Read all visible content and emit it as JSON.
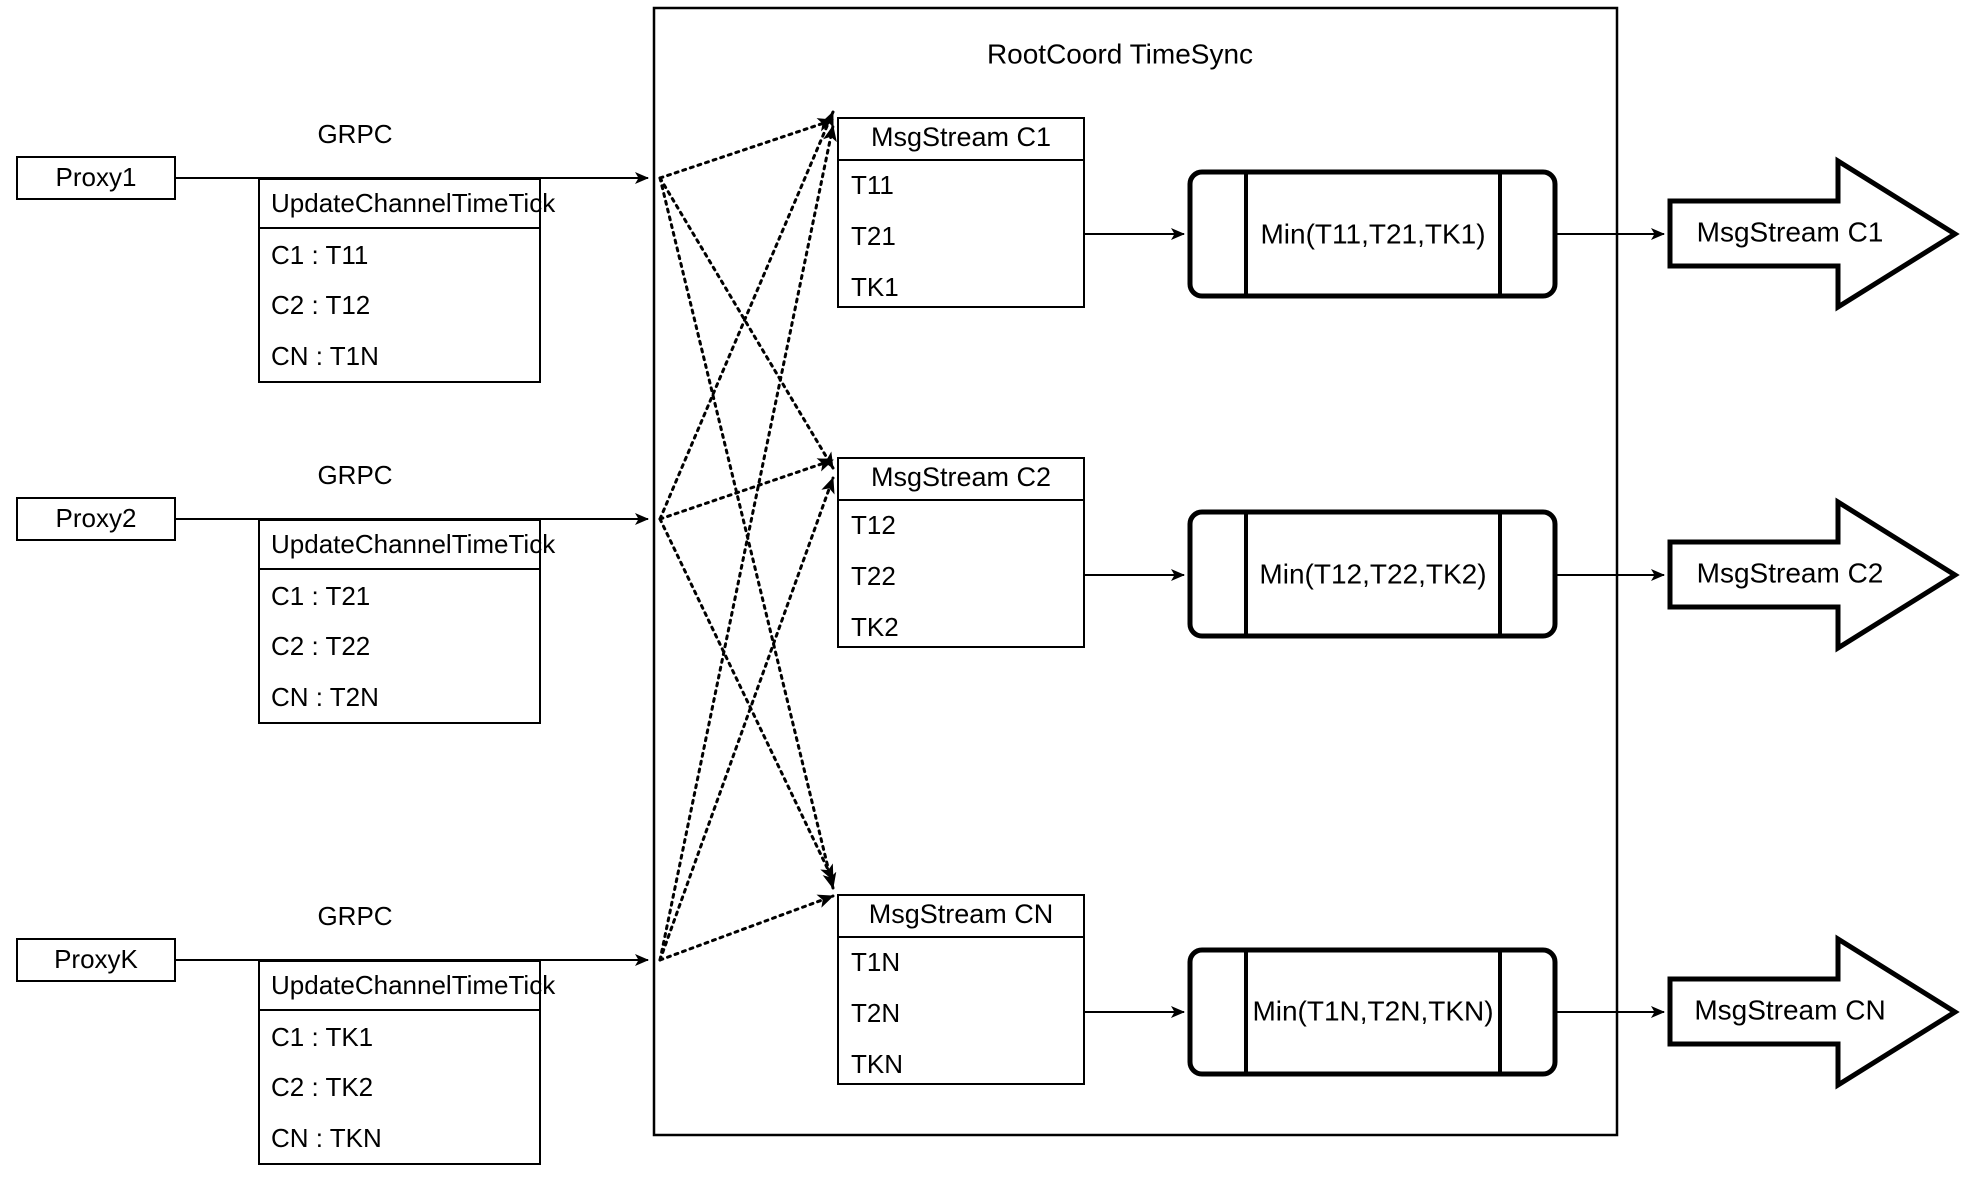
{
  "diagram": {
    "title": "RootCoord TimeSync",
    "container_label": "RootCoord TimeSync",
    "proxy_rows": [
      {
        "proxy_label": "Proxy1",
        "link_label": "GRPC",
        "message_title": "UpdateChannelTimeTick",
        "message_rows": [
          "C1 :  T11",
          "C2 :  T12",
          "CN : T1N"
        ]
      },
      {
        "proxy_label": "Proxy2",
        "link_label": "GRPC",
        "message_title": "UpdateChannelTimeTick",
        "message_rows": [
          "C1 :  T21",
          "C2 :  T22",
          "CN : T2N"
        ]
      },
      {
        "proxy_label": "ProxyK",
        "link_label": "GRPC",
        "message_title": "UpdateChannelTimeTick",
        "message_rows": [
          "C1 :  TK1",
          "C2 :  TK2",
          "CN : TKN"
        ]
      }
    ],
    "channel_rows": [
      {
        "stream_title": "MsgStream C1",
        "stream_rows": [
          "T11",
          "T21",
          "TK1"
        ],
        "process_label": "Min(T11,T21,TK1)",
        "output_label": "MsgStream C1"
      },
      {
        "stream_title": "MsgStream C2",
        "stream_rows": [
          "T12",
          "T22",
          "TK2"
        ],
        "process_label": "Min(T12,T22,TK2)",
        "output_label": "MsgStream C2"
      },
      {
        "stream_title": "MsgStream CN",
        "stream_rows": [
          "T1N",
          "T2N",
          "TKN"
        ],
        "process_label": "Min(T1N,T2N,TKN)",
        "output_label": "MsgStream CN"
      }
    ],
    "colors": {
      "stroke": "#000000",
      "fill": "#ffffff"
    }
  }
}
